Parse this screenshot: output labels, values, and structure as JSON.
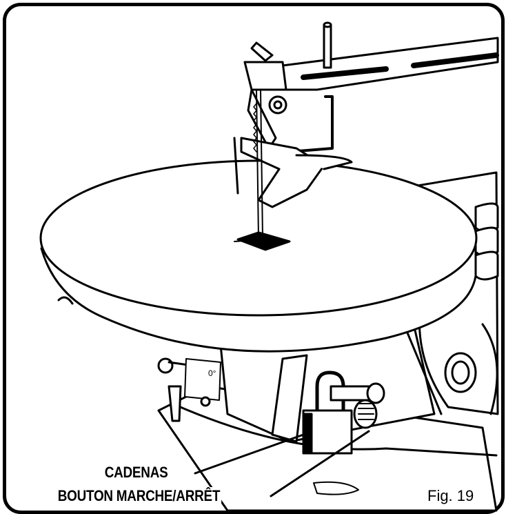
{
  "labels": {
    "padlock": "CADENAS",
    "switch": "BOUTON MARCHE/ARRÊT"
  },
  "figure": "Fig. 19",
  "tilt_scale_mark": "0°"
}
